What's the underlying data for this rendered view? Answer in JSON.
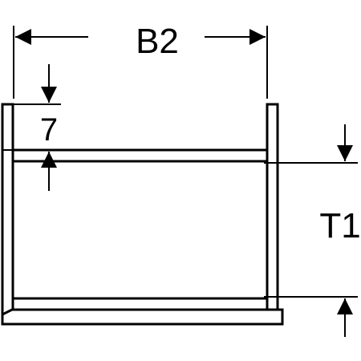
{
  "labels": {
    "width": "B2",
    "offset": "7",
    "depth": "T1"
  },
  "colors": {
    "line": "#000000",
    "background": "#ffffff"
  }
}
